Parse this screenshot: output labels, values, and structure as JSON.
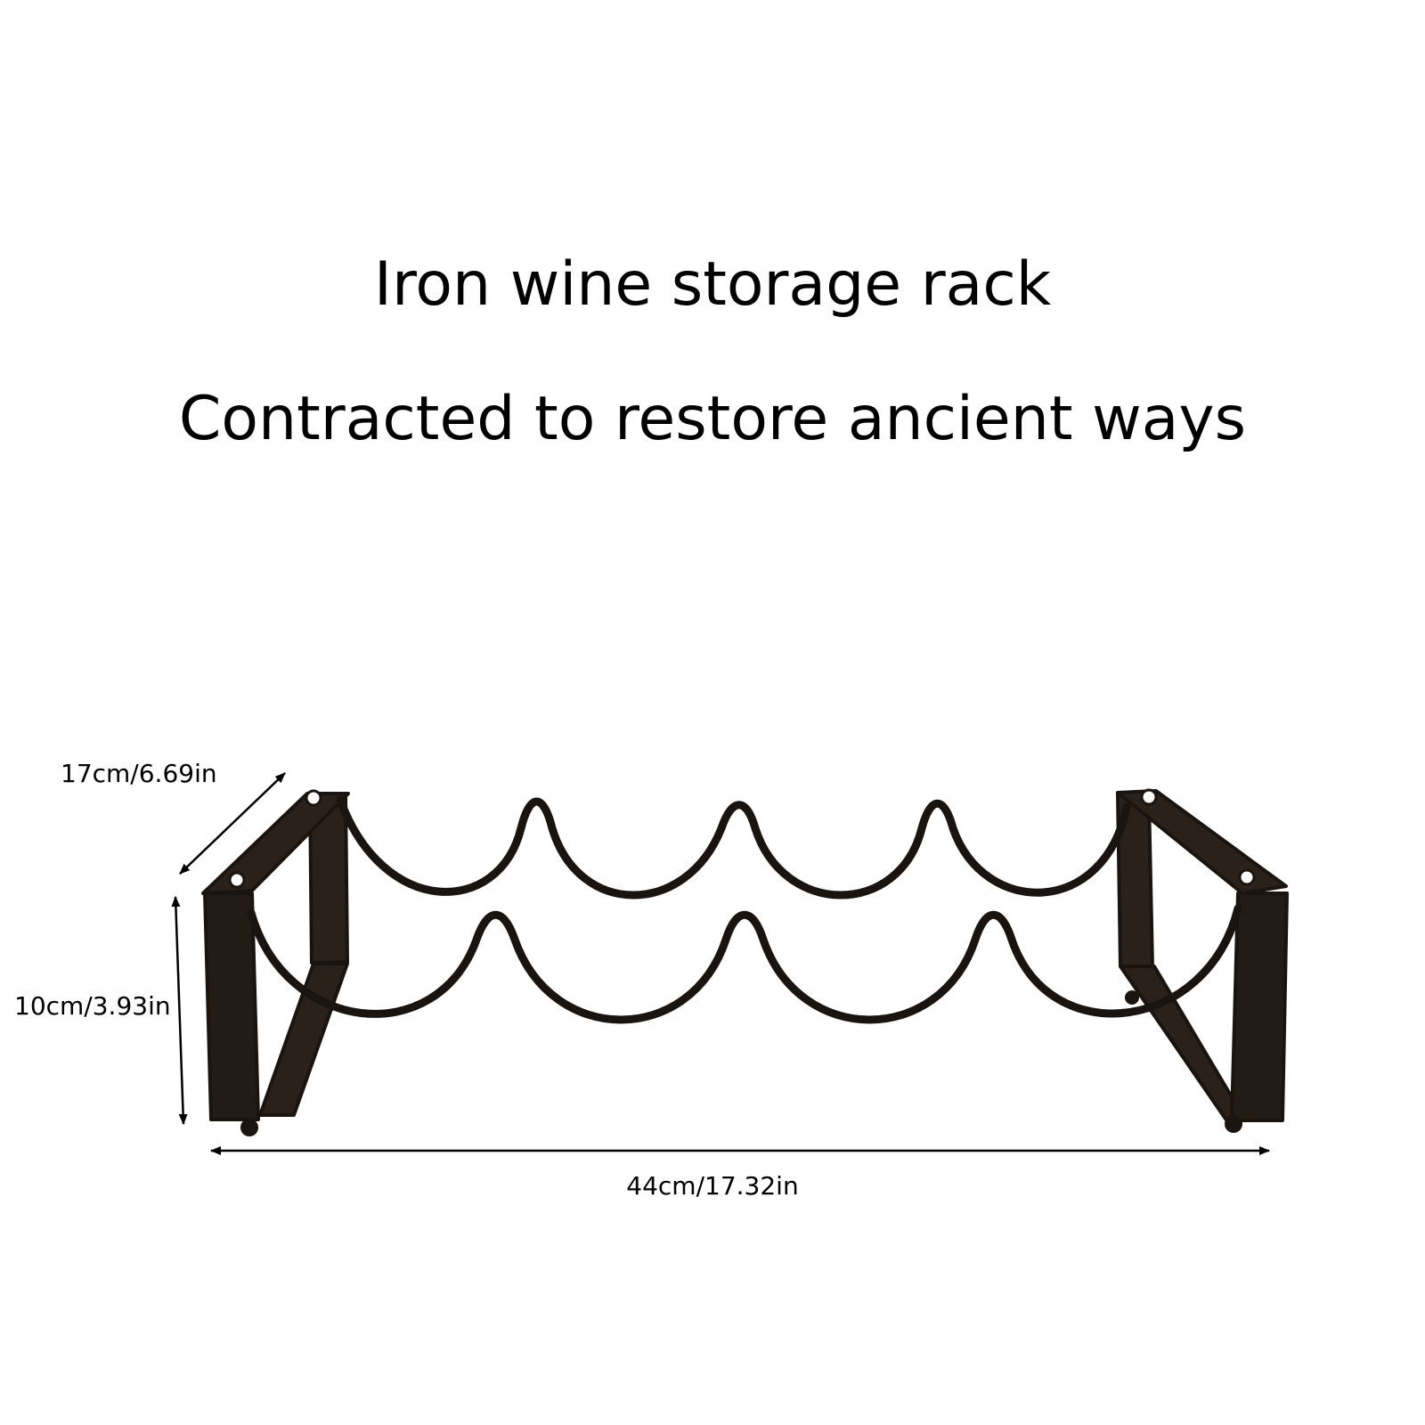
{
  "heading": {
    "title": "Iron wine storage rack",
    "subtitle": "Contracted to restore ancient ways"
  },
  "dimensions": {
    "depth": "17cm/6.69in",
    "height": "10cm/3.93in",
    "width": "44cm/17.32in"
  },
  "product": {
    "icon": "wine-rack-icon",
    "rack_color": "#1a1410",
    "arrow_color": "#000000"
  }
}
